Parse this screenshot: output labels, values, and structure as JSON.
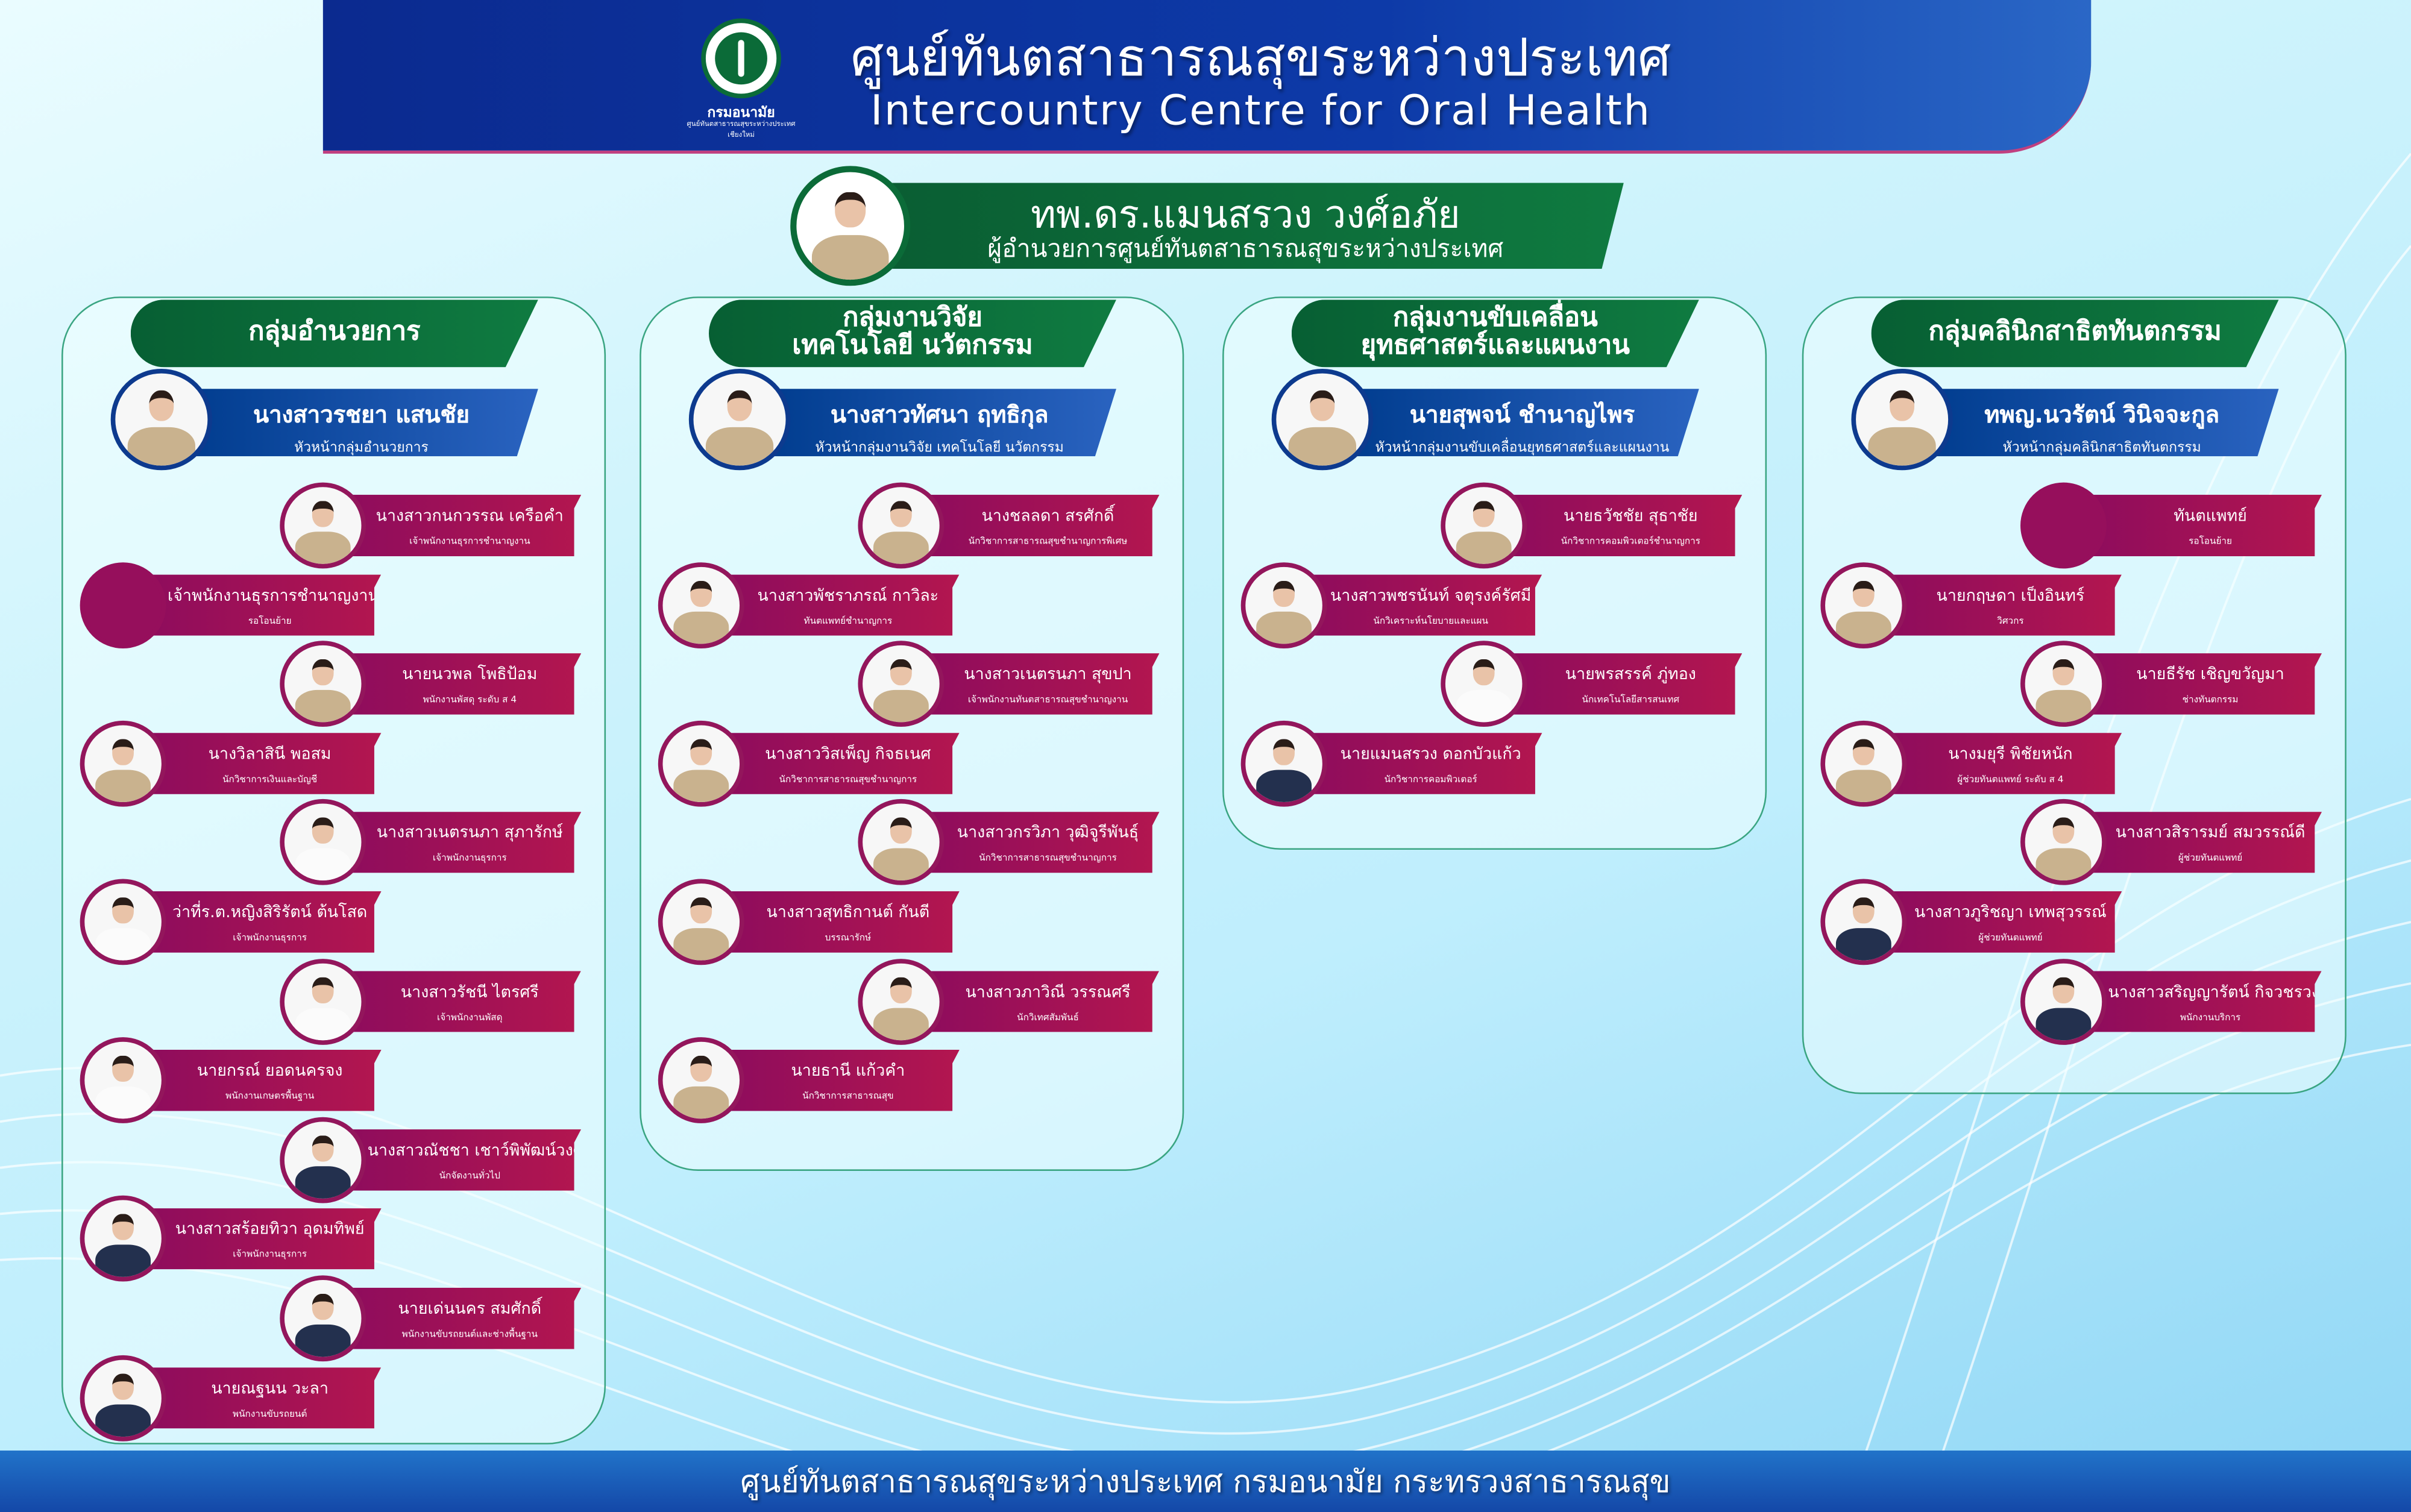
{
  "header": {
    "title_th": "ศูนย์ทันตสาธารณสุขระหว่างประเทศ",
    "title_en": "Intercountry Centre for Oral Health",
    "logo": {
      "dept": "กรมอนามัย",
      "org": "ศูนย์ทันตสาธารณสุขระหว่างประเทศ",
      "city": "เชียงใหม่"
    }
  },
  "director": {
    "name": "ทพ.ดร.แมนสรวง วงศ์อภัย",
    "title": "ผู้อำนวยการศูนย์ทันตสาธารณสุขระหว่างประเทศ"
  },
  "colors": {
    "green": "#0b6b38",
    "blue": "#0d3a8e",
    "magenta": "#960f5c"
  },
  "groups": [
    {
      "name": [
        "กลุ่มอำนวยการ"
      ],
      "head": {
        "name": "นางสาวรชยา แสนชัย",
        "title": "หัวหน้ากลุ่มอำนวยการ"
      },
      "members": [
        {
          "name": "นางสาวกนกวรรณ เครือคำ",
          "title": "เจ้าพนักงานธุรการชำนาญงาน"
        },
        {
          "name": "เจ้าพนักงานธุรการชำนาญงาน",
          "title": "รอโอนย้าย",
          "vacant": true
        },
        {
          "name": "นายนวพล โพธิป้อม",
          "title": "พนักงานพัสดุ ระดับ ส 4"
        },
        {
          "name": "นางวิลาสินี พอสม",
          "title": "นักวิชาการเงินและบัญชี"
        },
        {
          "name": "นางสาวเนตรนภา สุภารักษ์",
          "title": "เจ้าพนักงานธุรการ",
          "uniform": "white"
        },
        {
          "name": "ว่าที่ร.ต.หญิงสิริรัตน์ ต้นโสด",
          "title": "เจ้าพนักงานธุรการ",
          "uniform": "white"
        },
        {
          "name": "นางสาวรัชนี ไตรศรี",
          "title": "เจ้าพนักงานพัสดุ",
          "uniform": "white"
        },
        {
          "name": "นายกรณ์ ยอดนครจง",
          "title": "พนักงานเกษตรพื้นฐาน",
          "uniform": "white"
        },
        {
          "name": "นางสาวณัชชา เชาว์พิพัฒน์วงศ์",
          "title": "นักจัดงานทั่วไป",
          "uniform": "navy"
        },
        {
          "name": "นางสาวสร้อยทิวา อุดมทิพย์",
          "title": "เจ้าพนักงานธุรการ",
          "uniform": "navy"
        },
        {
          "name": "นายเด่นนคร สมศักดิ์",
          "title": "พนักงานขับรถยนต์และช่างพื้นฐาน",
          "uniform": "navy"
        },
        {
          "name": "นายณฐนน วะลา",
          "title": "พนักงานขับรถยนต์",
          "uniform": "navy"
        }
      ]
    },
    {
      "name": [
        "กลุ่มงานวิจัย",
        "เทคโนโลยี นวัตกรรม"
      ],
      "head": {
        "name": "นางสาวทัศนา ฤทธิกุล",
        "title": "หัวหน้ากลุ่มงานวิจัย เทคโนโลยี นวัตกรรม"
      },
      "members": [
        {
          "name": "นางชลลดา สรศักดิ์",
          "title": "นักวิชาการสาธารณสุขชำนาญการพิเศษ"
        },
        {
          "name": "นางสาวพัชราภรณ์ กาวิละ",
          "title": "ทันตแพทย์ชำนาญการ"
        },
        {
          "name": "นางสาวเนตรนภา สุขปา",
          "title": "เจ้าพนักงานทันตสาธารณสุขชำนาญงาน"
        },
        {
          "name": "นางสาววิสเพ็ญ กิจธเนศ",
          "title": "นักวิชาการสาธารณสุขชำนาญการ"
        },
        {
          "name": "นางสาวกรวิภา วุฒิจูรีพันธุ์",
          "title": "นักวิชาการสาธารณสุขชำนาญการ"
        },
        {
          "name": "นางสาวสุทธิกานต์ กันตี",
          "title": "บรรณารักษ์"
        },
        {
          "name": "นางสาวภาวิณี วรรณศรี",
          "title": "นักวิเทศสัมพันธ์"
        },
        {
          "name": "นายธานี แก้วคำ",
          "title": "นักวิชาการสาธารณสุข"
        }
      ]
    },
    {
      "name": [
        "กลุ่มงานขับเคลื่อน",
        "ยุทธศาสตร์และแผนงาน"
      ],
      "head": {
        "name": "นายสุพจน์ ชำนาญไพร",
        "title": "หัวหน้ากลุ่มงานขับเคลื่อนยุทธศาสตร์และแผนงาน"
      },
      "members": [
        {
          "name": "นายธวัชชัย สุธาชัย",
          "title": "นักวิชาการคอมพิวเตอร์ชำนาญการ"
        },
        {
          "name": "นางสาวพชรนันท์ จตุรงค์รัศมี",
          "title": "นักวิเคราะห์นโยบายและแผน"
        },
        {
          "name": "นายพรสรรค์ ภู่ทอง",
          "title": "นักเทคโนโลยีสารสนเทศ",
          "uniform": "white"
        },
        {
          "name": "นายแมนสรวง ดอกบัวแก้ว",
          "title": "นักวิชาการคอมพิวเตอร์",
          "uniform": "navy"
        }
      ]
    },
    {
      "name": [
        "กลุ่มคลินิกสาธิตทันตกรรม"
      ],
      "head": {
        "name": "ทพญ.นวรัตน์ วินิจจะกูล",
        "title": "หัวหน้ากลุ่มคลินิกสาธิตทันตกรรม"
      },
      "members": [
        {
          "name": "ทันตแพทย์",
          "title": "รอโอนย้าย",
          "vacant": true
        },
        {
          "name": "นายกฤษดา เป็งอินทร์",
          "title": "วิศวกร"
        },
        {
          "name": "นายธีรัช เชิญขวัญมา",
          "title": "ช่างทันตกรรม"
        },
        {
          "name": "นางมยุรี พิชัยหนัก",
          "title": "ผู้ช่วยทันตแพทย์ ระดับ ส 4"
        },
        {
          "name": "นางสาวสิรารมย์ สมวรรณ์ดี",
          "title": "ผู้ช่วยทันตแพทย์"
        },
        {
          "name": "นางสาวภูริชญา เทพสุวรรณ์",
          "title": "ผู้ช่วยทันตแพทย์",
          "uniform": "navy"
        },
        {
          "name": "นางสาวสริญญารัตน์ กิจวชรวงศ์",
          "title": "พนักงานบริการ",
          "uniform": "navy"
        }
      ]
    }
  ],
  "footer": "ศูนย์ทันตสาธารณสุขระหว่างประเทศ กรมอนามัย กระทรวงสาธารณสุข"
}
